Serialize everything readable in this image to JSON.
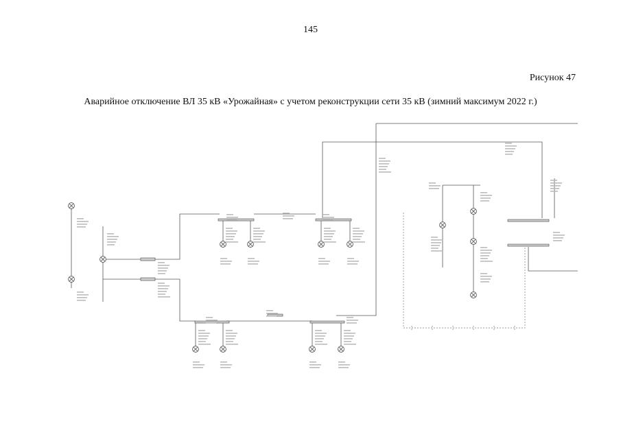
{
  "page": {
    "number": "145",
    "figure_label": "Рисунок 47",
    "caption": "Аварийное отключение ВЛ 35 кВ «Урожайная» с учетом реконструкции сети 35 кВ (зимний максимум 2022 г.)"
  },
  "diagram": {
    "type": "power-network-single-line",
    "illegible_labels": true
  }
}
